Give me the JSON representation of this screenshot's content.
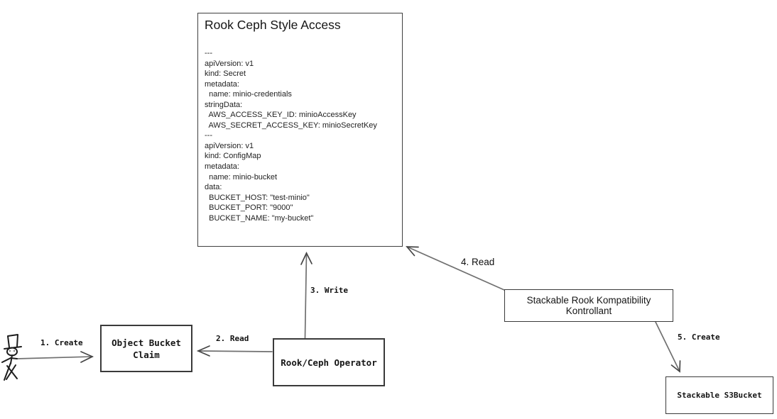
{
  "diagram": {
    "title_box": {
      "title": "Rook Ceph Style Access",
      "yaml": "---\napiVersion: v1\nkind: Secret\nmetadata:\n  name: minio-credentials\nstringData:\n  AWS_ACCESS_KEY_ID: minioAccessKey\n  AWS_SECRET_ACCESS_KEY: minioSecretKey\n---\napiVersion: v1\nkind: ConfigMap\nmetadata:\n  name: minio-bucket\ndata:\n  BUCKET_HOST: \"test-minio\"\n  BUCKET_PORT: \"9000\"\n  BUCKET_NAME: \"my-bucket\""
    },
    "nodes": {
      "user": {
        "icon": "stick-figure-top-hat"
      },
      "object_bucket_claim": {
        "label": "Object Bucket\nClaim"
      },
      "rook_ceph_operator": {
        "label": "Rook/Ceph Operator"
      },
      "stackable_kontrollant": {
        "label": "Stackable Rook Kompatibility Kontrollant"
      },
      "stackable_s3bucket": {
        "label": "Stackable S3Bucket"
      }
    },
    "edges": [
      {
        "label": "1. Create",
        "from": "user",
        "to": "object_bucket_claim"
      },
      {
        "label": "2. Read",
        "from": "rook_ceph_operator",
        "to": "object_bucket_claim"
      },
      {
        "label": "3. Write",
        "from": "rook_ceph_operator",
        "to": "rook_ceph_style_access"
      },
      {
        "label": "4. Read",
        "from": "stackable_kontrollant",
        "to": "rook_ceph_style_access"
      },
      {
        "label": "5. Create",
        "from": "stackable_kontrollant",
        "to": "stackable_s3bucket"
      }
    ],
    "colors": {
      "background": "#ffffff",
      "box_border": "#3a3a3a",
      "line": "#707070",
      "arrowhead": "#454545",
      "text": "#1a1a1a"
    }
  }
}
